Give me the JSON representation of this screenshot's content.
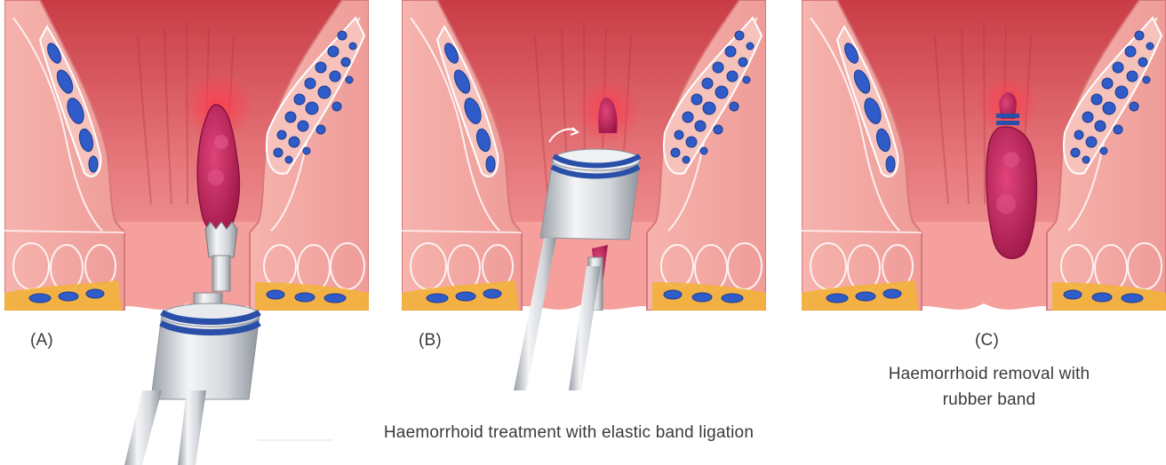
{
  "panels": [
    {
      "label": "(A)"
    },
    {
      "label": "(B)"
    },
    {
      "label": "(C)"
    }
  ],
  "captions": {
    "panel_c_line1": "Haemorrhoid removal with",
    "panel_c_line2": "rubber band",
    "main": "Haemorrhoid treatment with elastic band ligation"
  },
  "colors": {
    "tissue_pink": "#f2a7a3",
    "tissue_dark": "#c9484e",
    "lumen_red": "#d9535a",
    "haemorrhoid": "#c2245a",
    "vein_blue": "#2f5cc8",
    "band_blue": "#2a4fa8",
    "fat_yellow": "#f3b13a",
    "instrument_silver": "#cfd3d8"
  }
}
